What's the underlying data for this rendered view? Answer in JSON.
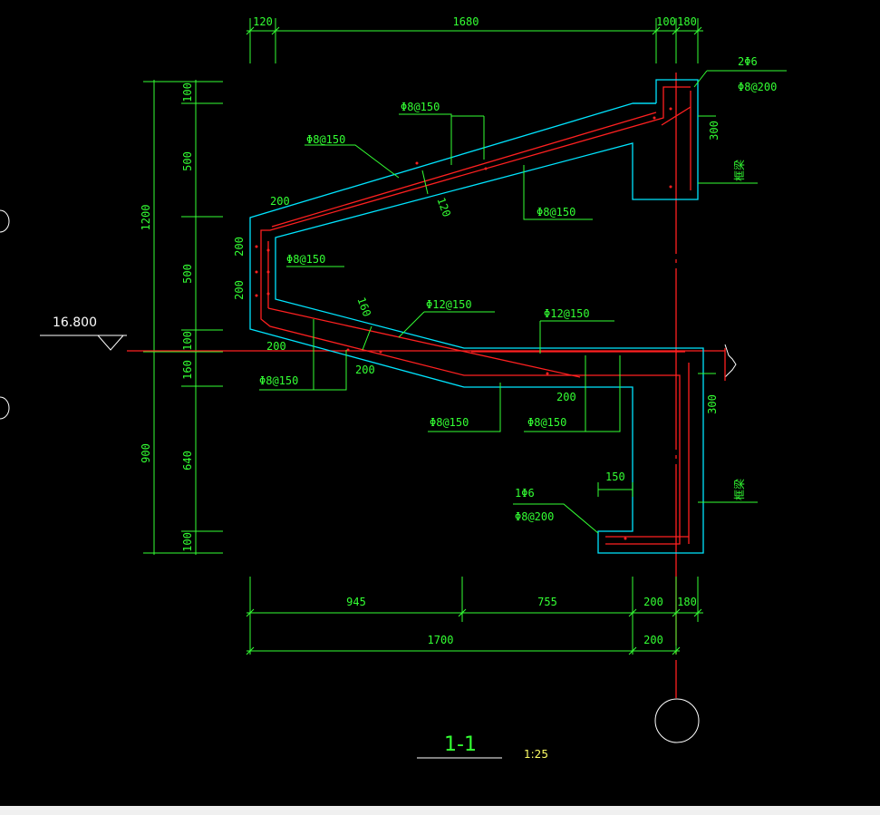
{
  "section": {
    "title": "1-1",
    "scale": "1:25"
  },
  "elevation": "16.800",
  "dims_top": [
    "120",
    "1680",
    "100",
    "180"
  ],
  "dims_left_outer": [
    "1200",
    "900"
  ],
  "dims_left_inner": [
    "100",
    "500",
    "500",
    "100",
    "160",
    "640",
    "100"
  ],
  "dims_bottom_1": [
    "945",
    "755",
    "200",
    "180"
  ],
  "dims_bottom_2": [
    "1700",
    "200"
  ],
  "dims_section": [
    "200",
    "200",
    "200",
    "200",
    "120",
    "160",
    "200",
    "200",
    "300",
    "300",
    "150"
  ],
  "rebar_labels": [
    "Φ8@150",
    "Φ8@150",
    "Φ8@150",
    "Φ8@150",
    "Φ12@150",
    "Φ12@150",
    "Φ8@150",
    "Φ8@150",
    "Φ8@150",
    "2Φ6",
    "Φ8@200",
    "1Φ6",
    "Φ8@200"
  ],
  "beam_labels": [
    "框梁",
    "框梁"
  ]
}
